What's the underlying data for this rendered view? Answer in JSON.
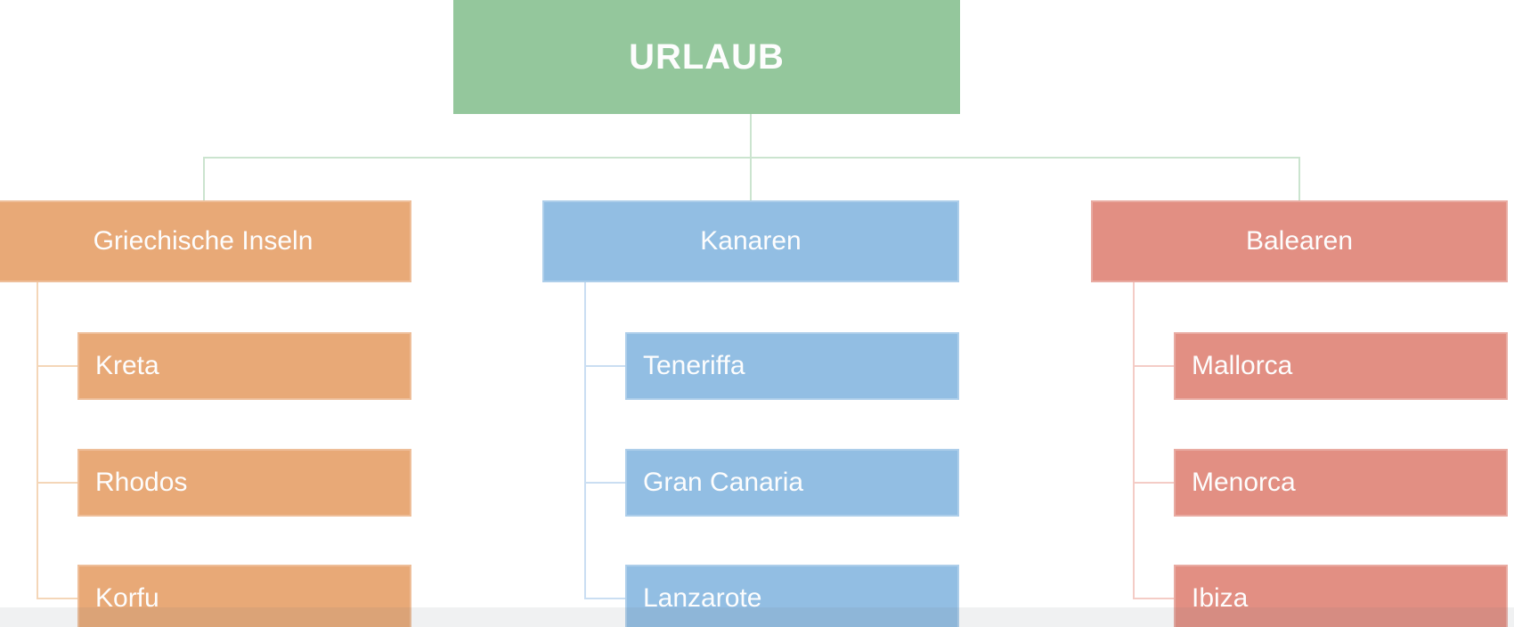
{
  "diagram": {
    "background_color": "#FFFFFF",
    "bottom_strip_color": "#F2F2F3",
    "root": {
      "label": "URLAUB",
      "color": "#94C79C",
      "connector_color": "#CBE4CF"
    },
    "branches": [
      {
        "label": "Griechische Inseln",
        "color": "#E8A977",
        "connector_color": "#F4D6B8",
        "children": [
          "Kreta",
          "Rhodos",
          "Korfu"
        ]
      },
      {
        "label": "Kanaren",
        "color": "#92BEE3",
        "connector_color": "#CADEF2",
        "children": [
          "Teneriffa",
          "Gran Canaria",
          "Lanzarote"
        ]
      },
      {
        "label": "Balearen",
        "color": "#E28F83",
        "connector_color": "#F4CCC6",
        "children": [
          "Mallorca",
          "Menorca",
          "Ibiza"
        ]
      }
    ]
  }
}
